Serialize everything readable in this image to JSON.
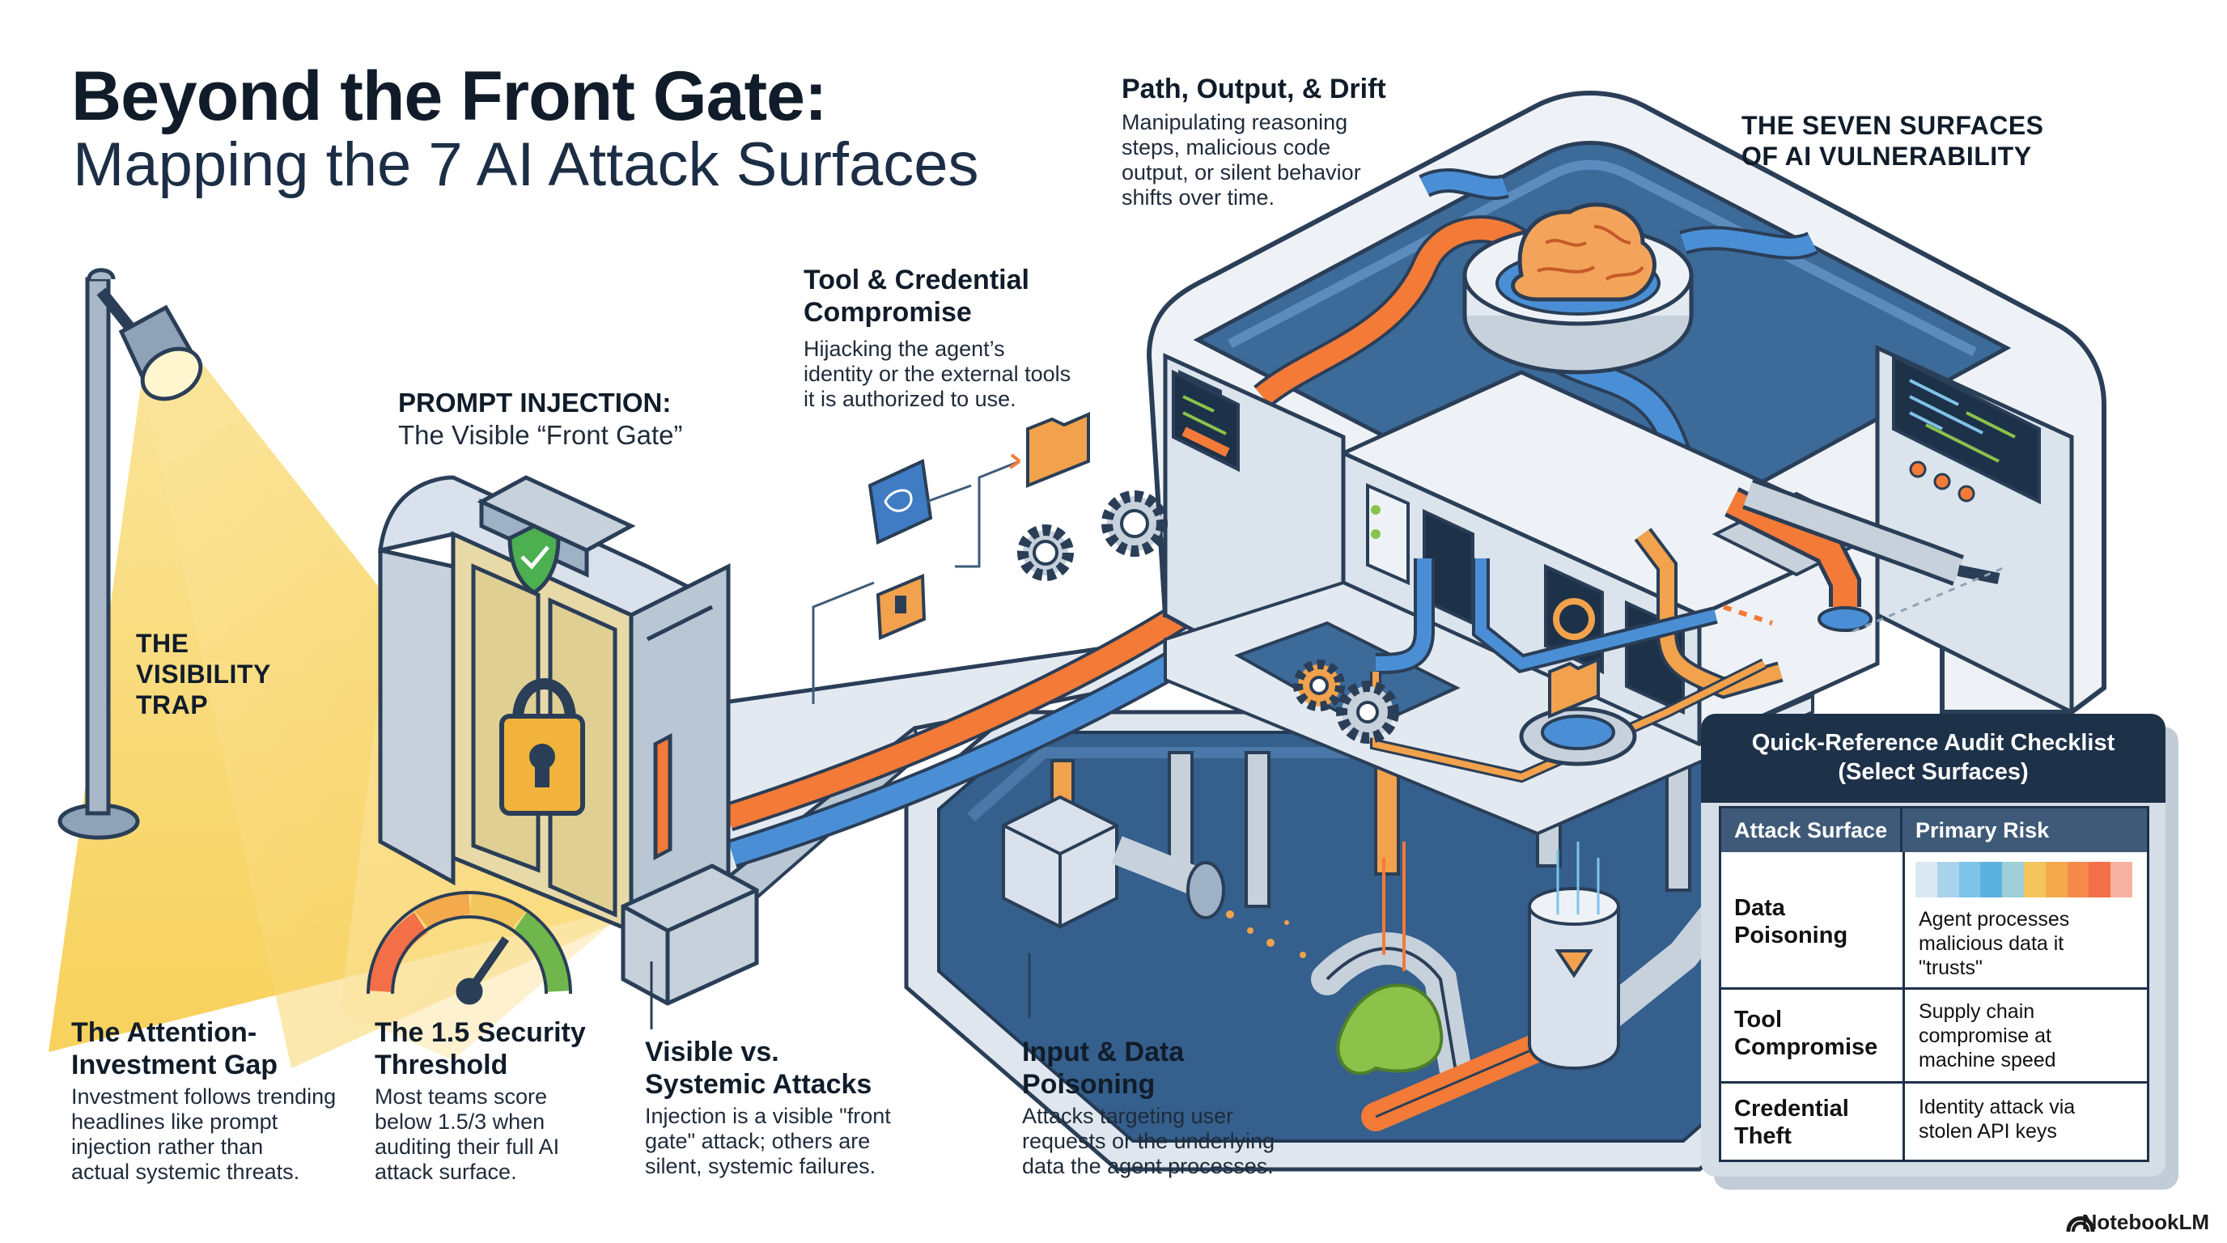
{
  "title": {
    "line1": "Beyond the Front Gate:",
    "line2": "Mapping the 7 AI Attack Surfaces"
  },
  "labels": {
    "path_output": {
      "heading": "Path, Output, & Drift",
      "text_lines": [
        "Manipulating reasoning",
        "steps, malicious code",
        "output, or silent behavior",
        "shifts over time."
      ]
    },
    "seven_surfaces": [
      "THE SEVEN SURFACES",
      "OF AI VULNERABILITY"
    ],
    "tool_credential": {
      "heading_lines": [
        "Tool & Credential",
        "Compromise"
      ],
      "text_lines": [
        "Hijacking the agent’s",
        "identity or the external tools",
        "it is authorized to use."
      ]
    },
    "prompt_injection": {
      "heading": "PROMPT INJECTION:",
      "subheading": "The Visible “Front Gate”"
    },
    "visibility_trap": [
      "THE",
      "VISIBILITY",
      "TRAP"
    ],
    "attention_gap": {
      "heading_lines": [
        "The Attention-",
        "Investment Gap"
      ],
      "text_lines": [
        "Investment follows trending",
        "headlines like prompt",
        "injection rather than",
        "actual systemic threats."
      ]
    },
    "security_threshold": {
      "heading_lines": [
        "The 1.5 Security",
        "Threshold"
      ],
      "text_lines": [
        "Most teams score",
        "below 1.5/3 when",
        "auditing their full AI",
        "attack surface."
      ]
    },
    "visible_systemic": {
      "heading_lines": [
        "Visible vs.",
        "Systemic Attacks"
      ],
      "text_lines": [
        "Injection is a visible \"front",
        "gate\" attack; others are",
        "silent, systemic failures."
      ]
    },
    "input_data": {
      "heading_lines": [
        "Input & Data",
        "Poisoning"
      ],
      "text_lines": [
        "Attacks targeting user",
        "requests or the underlying",
        "data the agent processes."
      ]
    }
  },
  "checklist": {
    "title_lines": [
      "Quick-Reference Audit Checklist",
      "(Select Surfaces)"
    ],
    "columns": [
      "Attack Surface",
      "Primary Risk"
    ],
    "rows": [
      {
        "surface_lines": [
          "Data",
          "Poisoning"
        ],
        "risk_lines": [
          "Agent processes",
          "malicious data it",
          "\"trusts\""
        ]
      },
      {
        "surface_lines": [
          "Tool",
          "Compromise"
        ],
        "risk_lines": [
          "Supply chain",
          "compromise at",
          "machine speed"
        ]
      },
      {
        "surface_lines": [
          "Credential",
          "Theft"
        ],
        "risk_lines": [
          "Identity attack via",
          "stolen API keys"
        ]
      }
    ],
    "risk_swatches": [
      "#dbe8f3",
      "#a9d3ec",
      "#7ec3e8",
      "#5bb2e0",
      "#9ccfd8",
      "#f3c55d",
      "#f4a94d",
      "#f48a4a",
      "#f36f47",
      "#f6b3a2"
    ]
  },
  "watermark": "NotebookLM",
  "colors": {
    "navy": "#1d3149",
    "orange": "#f47a37",
    "blue": "#4a8fd6",
    "spotlight": "#f7d25a",
    "steel": "#d9e2ec",
    "steel_dark": "#8ea2b8",
    "water": "#3c6a99"
  },
  "icons": [
    "lamp-icon",
    "door-icon",
    "padlock-icon",
    "shield-icon",
    "brain-icon",
    "gear-icon",
    "folder-icon",
    "chip-icon",
    "gauge-icon",
    "notebooklm-icon"
  ]
}
